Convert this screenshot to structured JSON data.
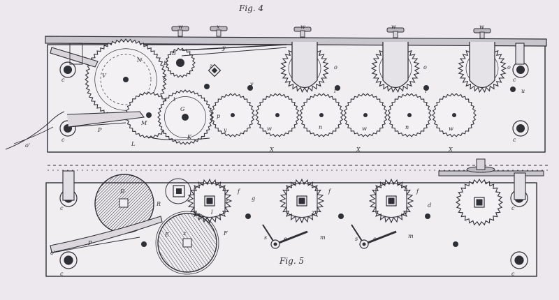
{
  "figures": [
    {
      "id": "fig4",
      "label": "Fig. 4"
    },
    {
      "id": "fig5",
      "label": "Fig. 5"
    }
  ],
  "part_letters": {
    "fig4": [
      "w",
      "x",
      "w",
      "w",
      "w",
      "y",
      "z",
      "o",
      "o",
      "o",
      "T",
      "V",
      "N",
      "E",
      "B",
      "t",
      "M",
      "P",
      "L",
      "K",
      "G",
      "c",
      "c",
      "c",
      "c",
      "o'",
      "p",
      "y",
      "w",
      "n",
      "w",
      "n",
      "w",
      "X",
      "X",
      "X",
      "i",
      "i",
      "v",
      "u"
    ],
    "fig5": [
      "D",
      "R",
      "E",
      "c",
      "c",
      "c",
      "c",
      "o'",
      "P",
      "F",
      "g",
      "l",
      "z",
      "f",
      "z",
      "f",
      "z",
      "f",
      "m",
      "m",
      "s",
      "e",
      "s",
      "e",
      "z",
      "d"
    ]
  },
  "colors": {
    "paper": "#ece8ee",
    "ink": "#2f2f36",
    "plate": "#f1eef2"
  }
}
